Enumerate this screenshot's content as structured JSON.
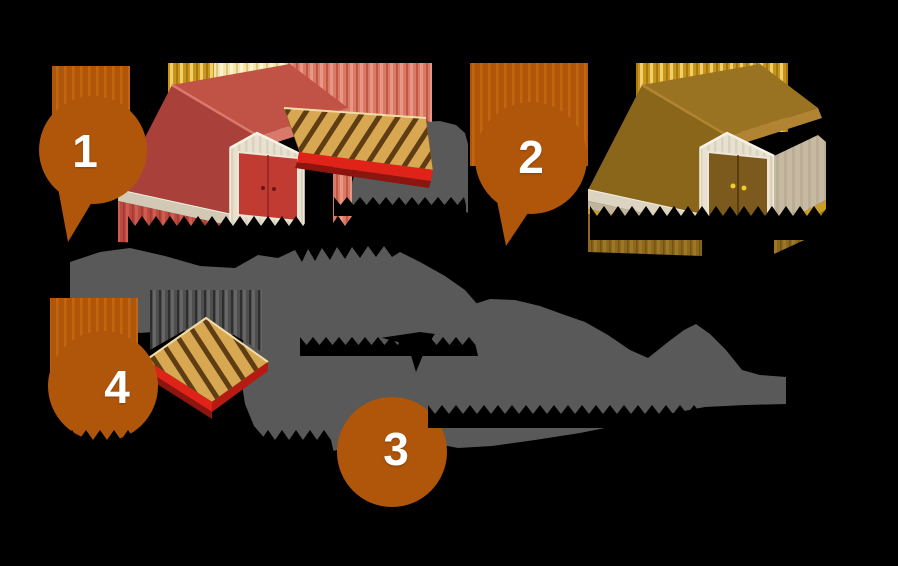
{
  "infographic": {
    "type": "four-step process infographic, isometric barn-kit illustrations on transparent/black background",
    "background_color": "#000000",
    "steps": [
      {
        "number": "1",
        "icon": "red-metal-barn-with-wood-pallet-ramp"
      },
      {
        "number": "2",
        "icon": "gold-metal-barn-with-double-doors"
      },
      {
        "number": "3",
        "icon": "step-badge-over-cast-shadow"
      },
      {
        "number": "4",
        "icon": "wood-pallet-floor-panel-with-red-base"
      }
    ]
  },
  "colors": {
    "badge": "#B0560A",
    "badge_number": "#FFFFFF",
    "shadow": "#595959",
    "barn1_roof_left": "#A9413A",
    "barn1_roof_right": "#C05246",
    "barn1_roof_edge": "#D8796B",
    "barn1_door": "#C23B32",
    "barn2_roof_left": "#8A661B",
    "barn2_roof_right": "#9A7322",
    "barn2_roof_edge": "#B08433",
    "barn2_door": "#7C591C",
    "pallet_wood": "#D7A751",
    "pallet_red": "#DF2318",
    "caption_text": "#000000"
  }
}
